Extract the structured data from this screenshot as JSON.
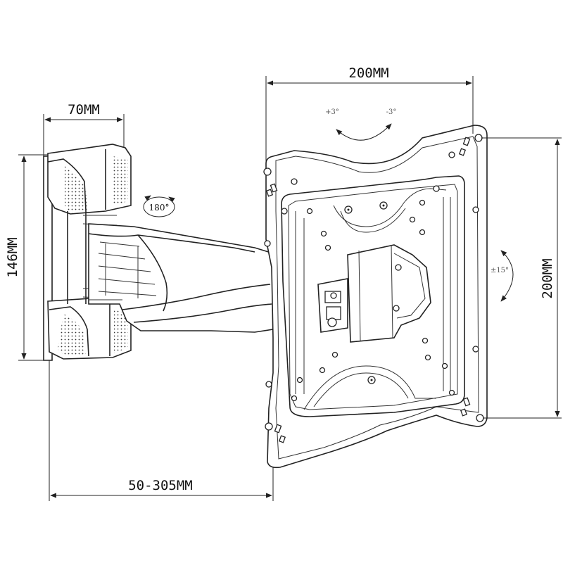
{
  "dimensions": {
    "top_width": "200MM",
    "side_height": "200MM",
    "wall_width": "70MM",
    "wall_height": "146MM",
    "extension": "50-305MM"
  },
  "rotation": {
    "swivel": "180°",
    "tilt_up": "+3°",
    "tilt_down": "-3°",
    "rotate": "±15°"
  },
  "colors": {
    "line": "#222222",
    "background": "#ffffff"
  }
}
